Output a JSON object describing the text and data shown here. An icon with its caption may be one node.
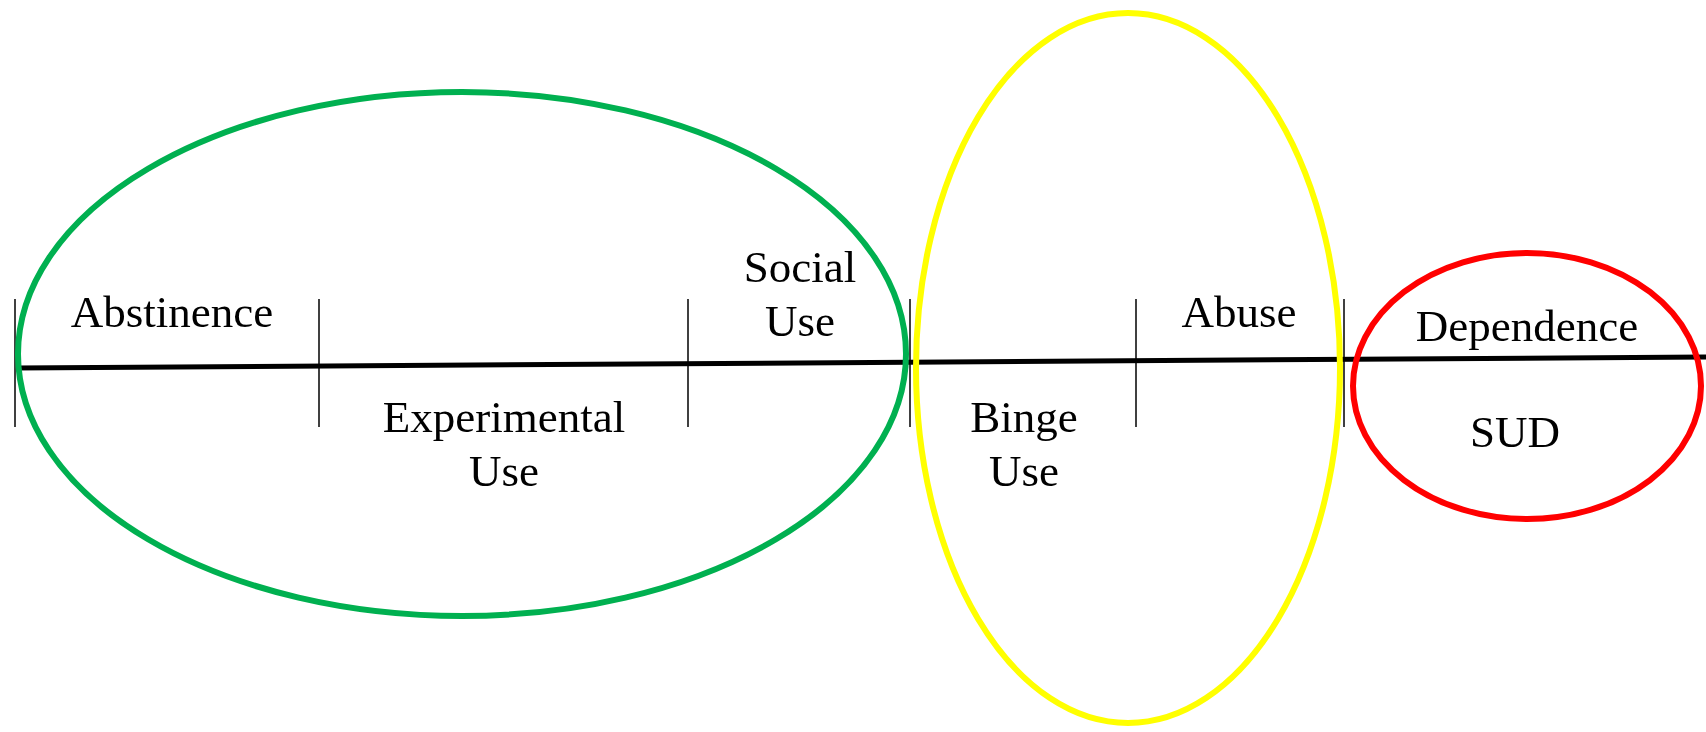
{
  "diagram": {
    "nodes": [
      {
        "text": [
          "Abstinence",
          "Experimental Use",
          "Social Use"
        ]
      },
      {
        "text": [
          "Binge Use",
          "Abuse"
        ]
      },
      {
        "text": [
          "Dependence",
          "SUD"
        ]
      }
    ]
  }
}
